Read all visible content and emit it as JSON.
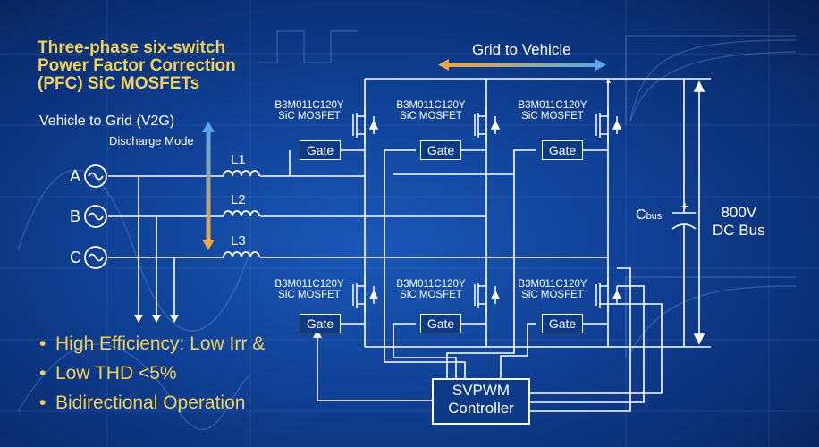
{
  "title": {
    "line1": "Three-phase six-switch",
    "line2": "Power Factor Correction",
    "line3": "(PFC) SiC MOSFETs"
  },
  "v2g": {
    "label": "Vehicle to Grid (V2G)",
    "mode": "Discharge Mode"
  },
  "g2v": {
    "label": "Grid to Vehicle"
  },
  "phases": [
    "A",
    "B",
    "C"
  ],
  "inductors": [
    "L1",
    "L2",
    "L3"
  ],
  "mosfet": {
    "part": "B3M011C120Y",
    "type": "SiC MOSFET"
  },
  "gate_label": "Gate",
  "capacitor": {
    "label": "C",
    "subscript": "bus",
    "plus": "+"
  },
  "dc_bus": {
    "voltage": "800V",
    "label": "DC Bus"
  },
  "controller": {
    "line1": "SVPWM",
    "line2": "Controller"
  },
  "bullets": [
    "High Efficiency: Low Irr &",
    "Low THD <5%",
    "Bidirectional Operation"
  ],
  "colors": {
    "background": "#0f3f93",
    "title": "#f2d15b",
    "wire": "#ffffff",
    "arrow_orange": "#e8a84a",
    "arrow_blue": "#5aa8e8"
  }
}
